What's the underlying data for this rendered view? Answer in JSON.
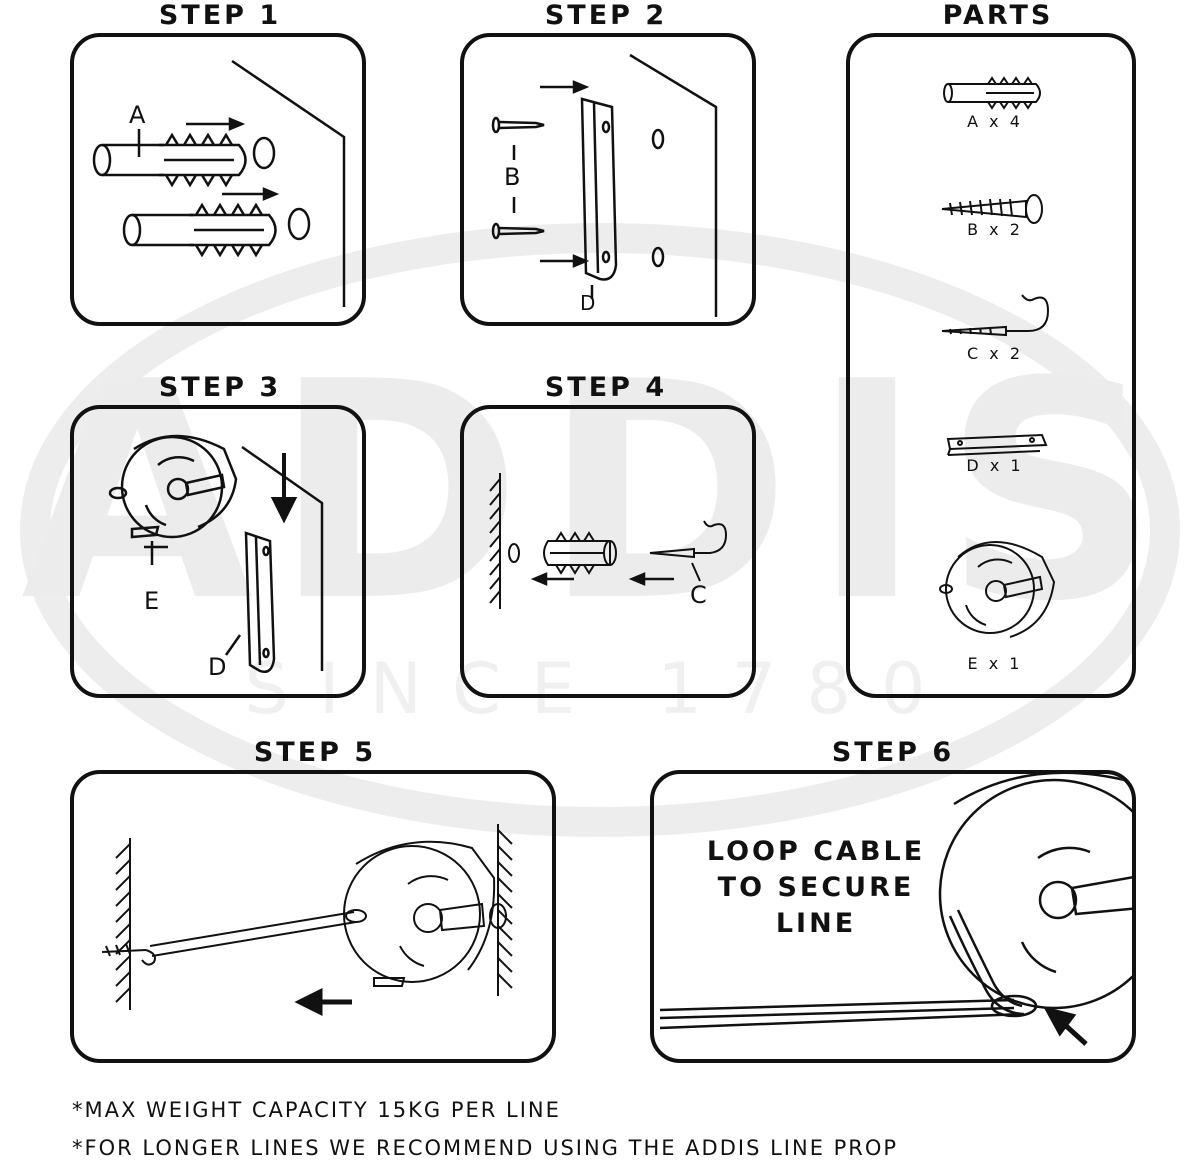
{
  "watermark": {
    "brand": "ADDIS",
    "tagline": "SINCE 1780"
  },
  "steps": [
    {
      "title": "STEP 1",
      "labels": [
        "A"
      ]
    },
    {
      "title": "STEP 2",
      "labels": [
        "B",
        "D"
      ]
    },
    {
      "title": "STEP 3",
      "labels": [
        "E",
        "D"
      ]
    },
    {
      "title": "STEP 4",
      "labels": [
        "C"
      ]
    },
    {
      "title": "STEP 5",
      "labels": []
    },
    {
      "title": "STEP 6",
      "labels": [],
      "callout": [
        "LOOP CABLE",
        "TO SECURE",
        "LINE"
      ]
    }
  ],
  "parts": {
    "title": "PARTS",
    "items": [
      {
        "label": "A x 4",
        "icon": "wall-plug-icon"
      },
      {
        "label": "B x 2",
        "icon": "screw-icon"
      },
      {
        "label": "C x 2",
        "icon": "hook-screw-icon"
      },
      {
        "label": "D x 1",
        "icon": "bracket-icon"
      },
      {
        "label": "E x 1",
        "icon": "line-reel-icon"
      }
    ]
  },
  "notes": [
    "*MAX WEIGHT CAPACITY 15KG PER LINE",
    "*FOR LONGER LINES WE RECOMMEND USING THE ADDIS LINE PROP"
  ]
}
